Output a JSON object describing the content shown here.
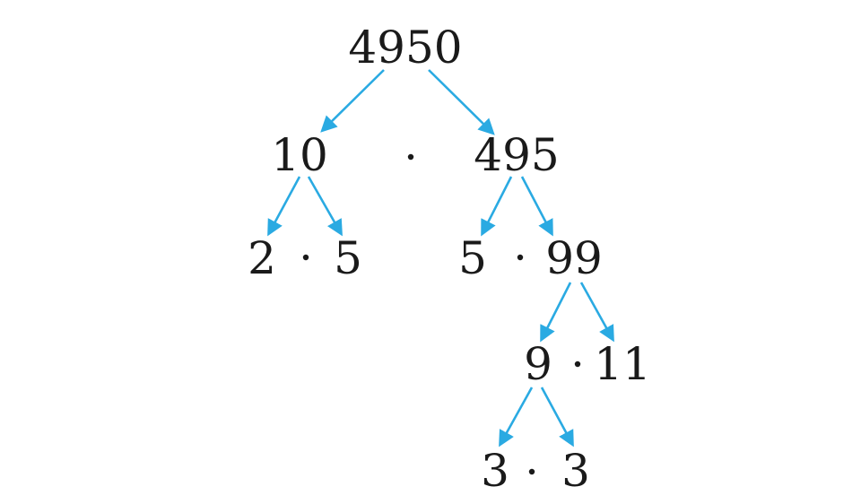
{
  "tree": {
    "root": "4950",
    "level1": {
      "left": "10",
      "right": "495"
    },
    "level2": {
      "a": "2",
      "b": "5",
      "c": "5",
      "d": "99"
    },
    "level3": {
      "a": "9",
      "b": "11"
    },
    "level4": {
      "a": "3",
      "b": "3"
    }
  },
  "style": {
    "arrow_color": "#2aaae2",
    "text_color": "#1a1a1a"
  }
}
